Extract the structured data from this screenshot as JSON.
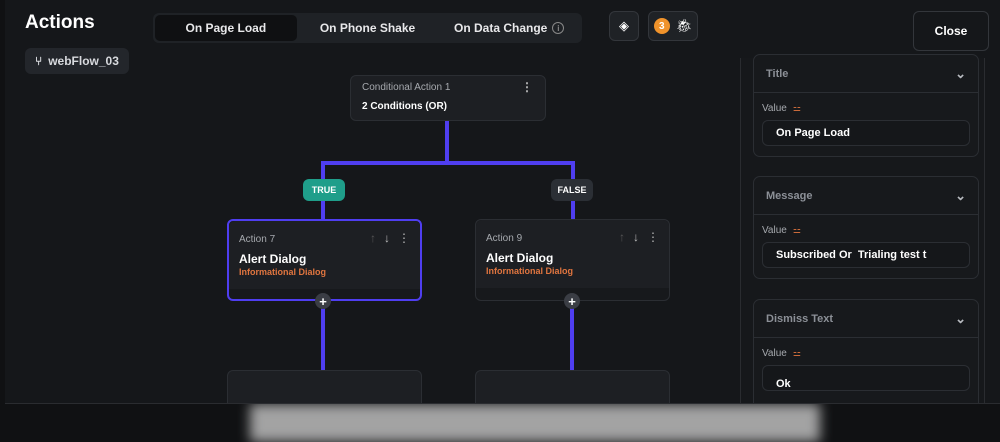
{
  "header": {
    "title": "Actions",
    "flow_name": "webFlow_03",
    "close_label": "Close",
    "issue_count": "3"
  },
  "tabs": [
    {
      "label": "On Page Load",
      "active": true
    },
    {
      "label": "On Phone Shake"
    },
    {
      "label": "On Data Change"
    }
  ],
  "conditional": {
    "name": "Conditional Action 1",
    "summary": "2 Conditions (OR)"
  },
  "branches": {
    "true_label": "TRUE",
    "false_label": "FALSE"
  },
  "actions": [
    {
      "number": "Action 7",
      "type": "Alert Dialog",
      "subtype": "Informational Dialog"
    },
    {
      "number": "Action 9",
      "type": "Alert Dialog",
      "subtype": "Informational Dialog"
    }
  ],
  "panel": {
    "value_label": "Value",
    "sections": [
      {
        "title": "Title",
        "value": "On Page Load"
      },
      {
        "title": "Message",
        "value": "Subscribed Or  Trialing test t"
      },
      {
        "title": "Dismiss Text",
        "value": "Ok"
      }
    ]
  },
  "colors": {
    "accent": "#4f3ef0",
    "true": "#1f9e8a",
    "orange": "#e0753f"
  }
}
